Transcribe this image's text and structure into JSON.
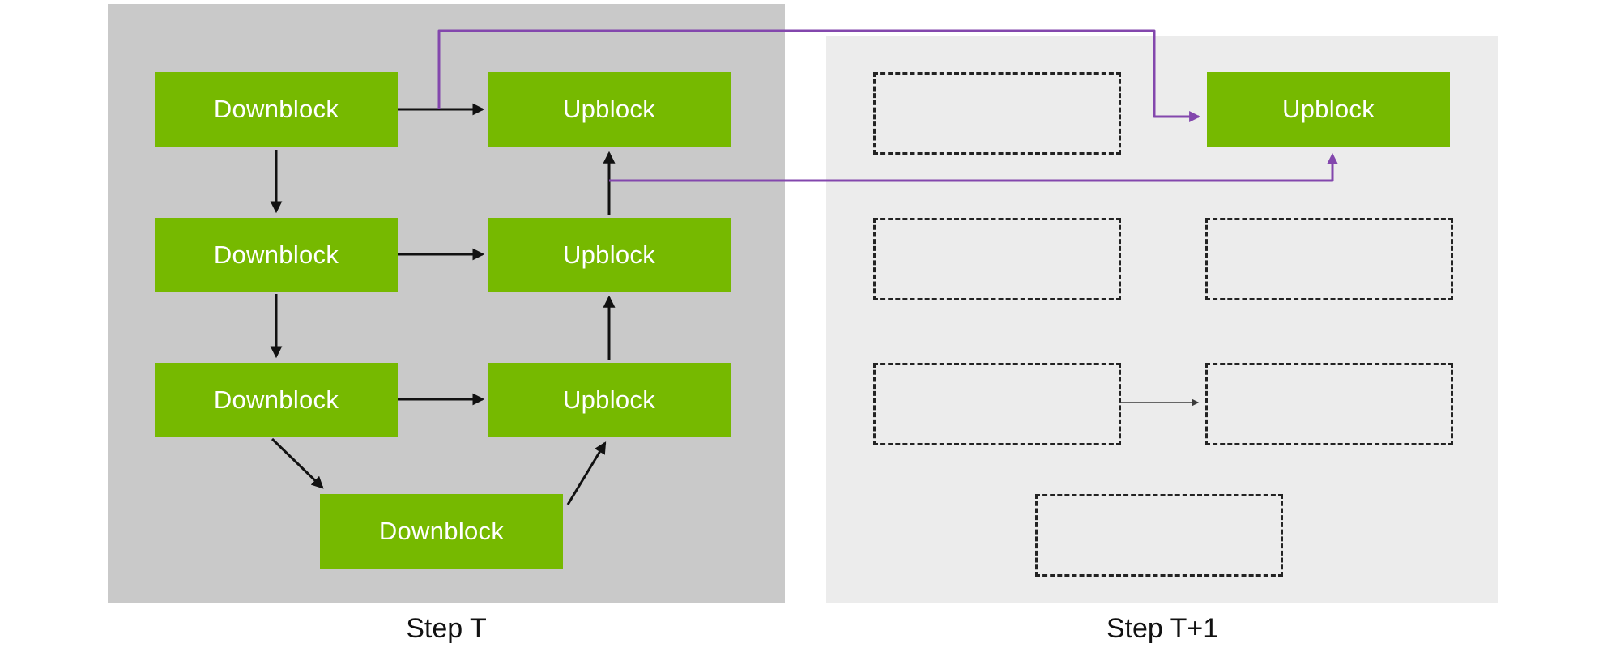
{
  "diagram": {
    "step_t": {
      "caption": "Step T",
      "blocks": [
        {
          "id": "downblock-1",
          "label": "Downblock"
        },
        {
          "id": "upblock-1",
          "label": "Upblock"
        },
        {
          "id": "downblock-2",
          "label": "Downblock"
        },
        {
          "id": "upblock-2",
          "label": "Upblock"
        },
        {
          "id": "downblock-3",
          "label": "Downblock"
        },
        {
          "id": "upblock-3",
          "label": "Upblock"
        },
        {
          "id": "downblock-4",
          "label": "Downblock"
        }
      ]
    },
    "step_t_plus_1": {
      "caption": "Step T+1",
      "blocks": [
        {
          "id": "upblock-1",
          "label": "Upblock"
        }
      ],
      "skipped_placeholder_count": 6
    },
    "connections": [
      {
        "from": "step_t.downblock-1",
        "to": "step_t.upblock-1",
        "style": "black-arrow"
      },
      {
        "from": "step_t.downblock-1",
        "to": "step_t.downblock-2",
        "style": "black-arrow"
      },
      {
        "from": "step_t.downblock-2",
        "to": "step_t.upblock-2",
        "style": "black-arrow"
      },
      {
        "from": "step_t.downblock-2",
        "to": "step_t.downblock-3",
        "style": "black-arrow"
      },
      {
        "from": "step_t.downblock-3",
        "to": "step_t.upblock-3",
        "style": "black-arrow"
      },
      {
        "from": "step_t.downblock-3",
        "to": "step_t.downblock-4",
        "style": "black-arrow"
      },
      {
        "from": "step_t.downblock-4",
        "to": "step_t.upblock-3",
        "style": "black-arrow"
      },
      {
        "from": "step_t.upblock-3",
        "to": "step_t.upblock-2",
        "style": "black-arrow"
      },
      {
        "from": "step_t.upblock-2",
        "to": "step_t.upblock-1",
        "style": "black-arrow"
      },
      {
        "from": "step_t.skip-connection-top",
        "to": "step_t_plus_1.upblock-1",
        "style": "purple-cache-arrow"
      },
      {
        "from": "step_t.upblock-feature",
        "to": "step_t_plus_1.upblock-1",
        "style": "purple-cache-arrow"
      },
      {
        "from": "step_t_plus_1.placeholder-5",
        "to": "step_t_plus_1.placeholder-6",
        "style": "thin-arrow"
      }
    ]
  },
  "colors": {
    "block_green": "#76b900",
    "panel_left_bg": "#c9c9c9",
    "panel_right_bg": "#ececec",
    "cache_purple": "#8347ad",
    "arrow_black": "#111111",
    "dash_border": "#232323",
    "label_black": "#111111",
    "text_white": "#ffffff"
  }
}
